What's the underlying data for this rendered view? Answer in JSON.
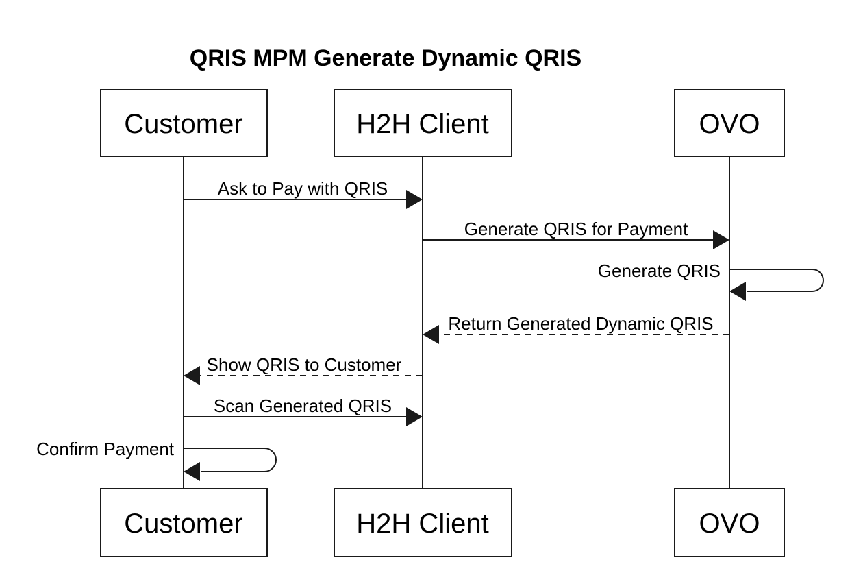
{
  "diagram": {
    "title": "QRIS MPM Generate Dynamic QRIS",
    "actors": [
      {
        "id": "customer",
        "label": "Customer"
      },
      {
        "id": "h2h-client",
        "label": "H2H Client"
      },
      {
        "id": "ovo",
        "label": "OVO"
      }
    ],
    "messages": [
      {
        "label": "Ask to Pay with QRIS",
        "from": "Customer",
        "to": "H2H Client",
        "style": "solid"
      },
      {
        "label": "Generate QRIS for Payment",
        "from": "H2H Client",
        "to": "OVO",
        "style": "solid"
      },
      {
        "label": "Generate QRIS",
        "from": "OVO",
        "to": "OVO",
        "style": "self"
      },
      {
        "label": "Return Generated Dynamic QRIS",
        "from": "OVO",
        "to": "H2H Client",
        "style": "dashed"
      },
      {
        "label": "Show QRIS to Customer",
        "from": "H2H Client",
        "to": "Customer",
        "style": "dashed"
      },
      {
        "label": "Scan Generated QRIS",
        "from": "Customer",
        "to": "H2H Client",
        "style": "solid"
      },
      {
        "label": "Confirm Payment",
        "from": "Customer",
        "to": "Customer",
        "style": "self"
      }
    ],
    "colors": {
      "background": "#ffffff",
      "stroke": "#1a1a1a",
      "text": "#000000"
    }
  }
}
